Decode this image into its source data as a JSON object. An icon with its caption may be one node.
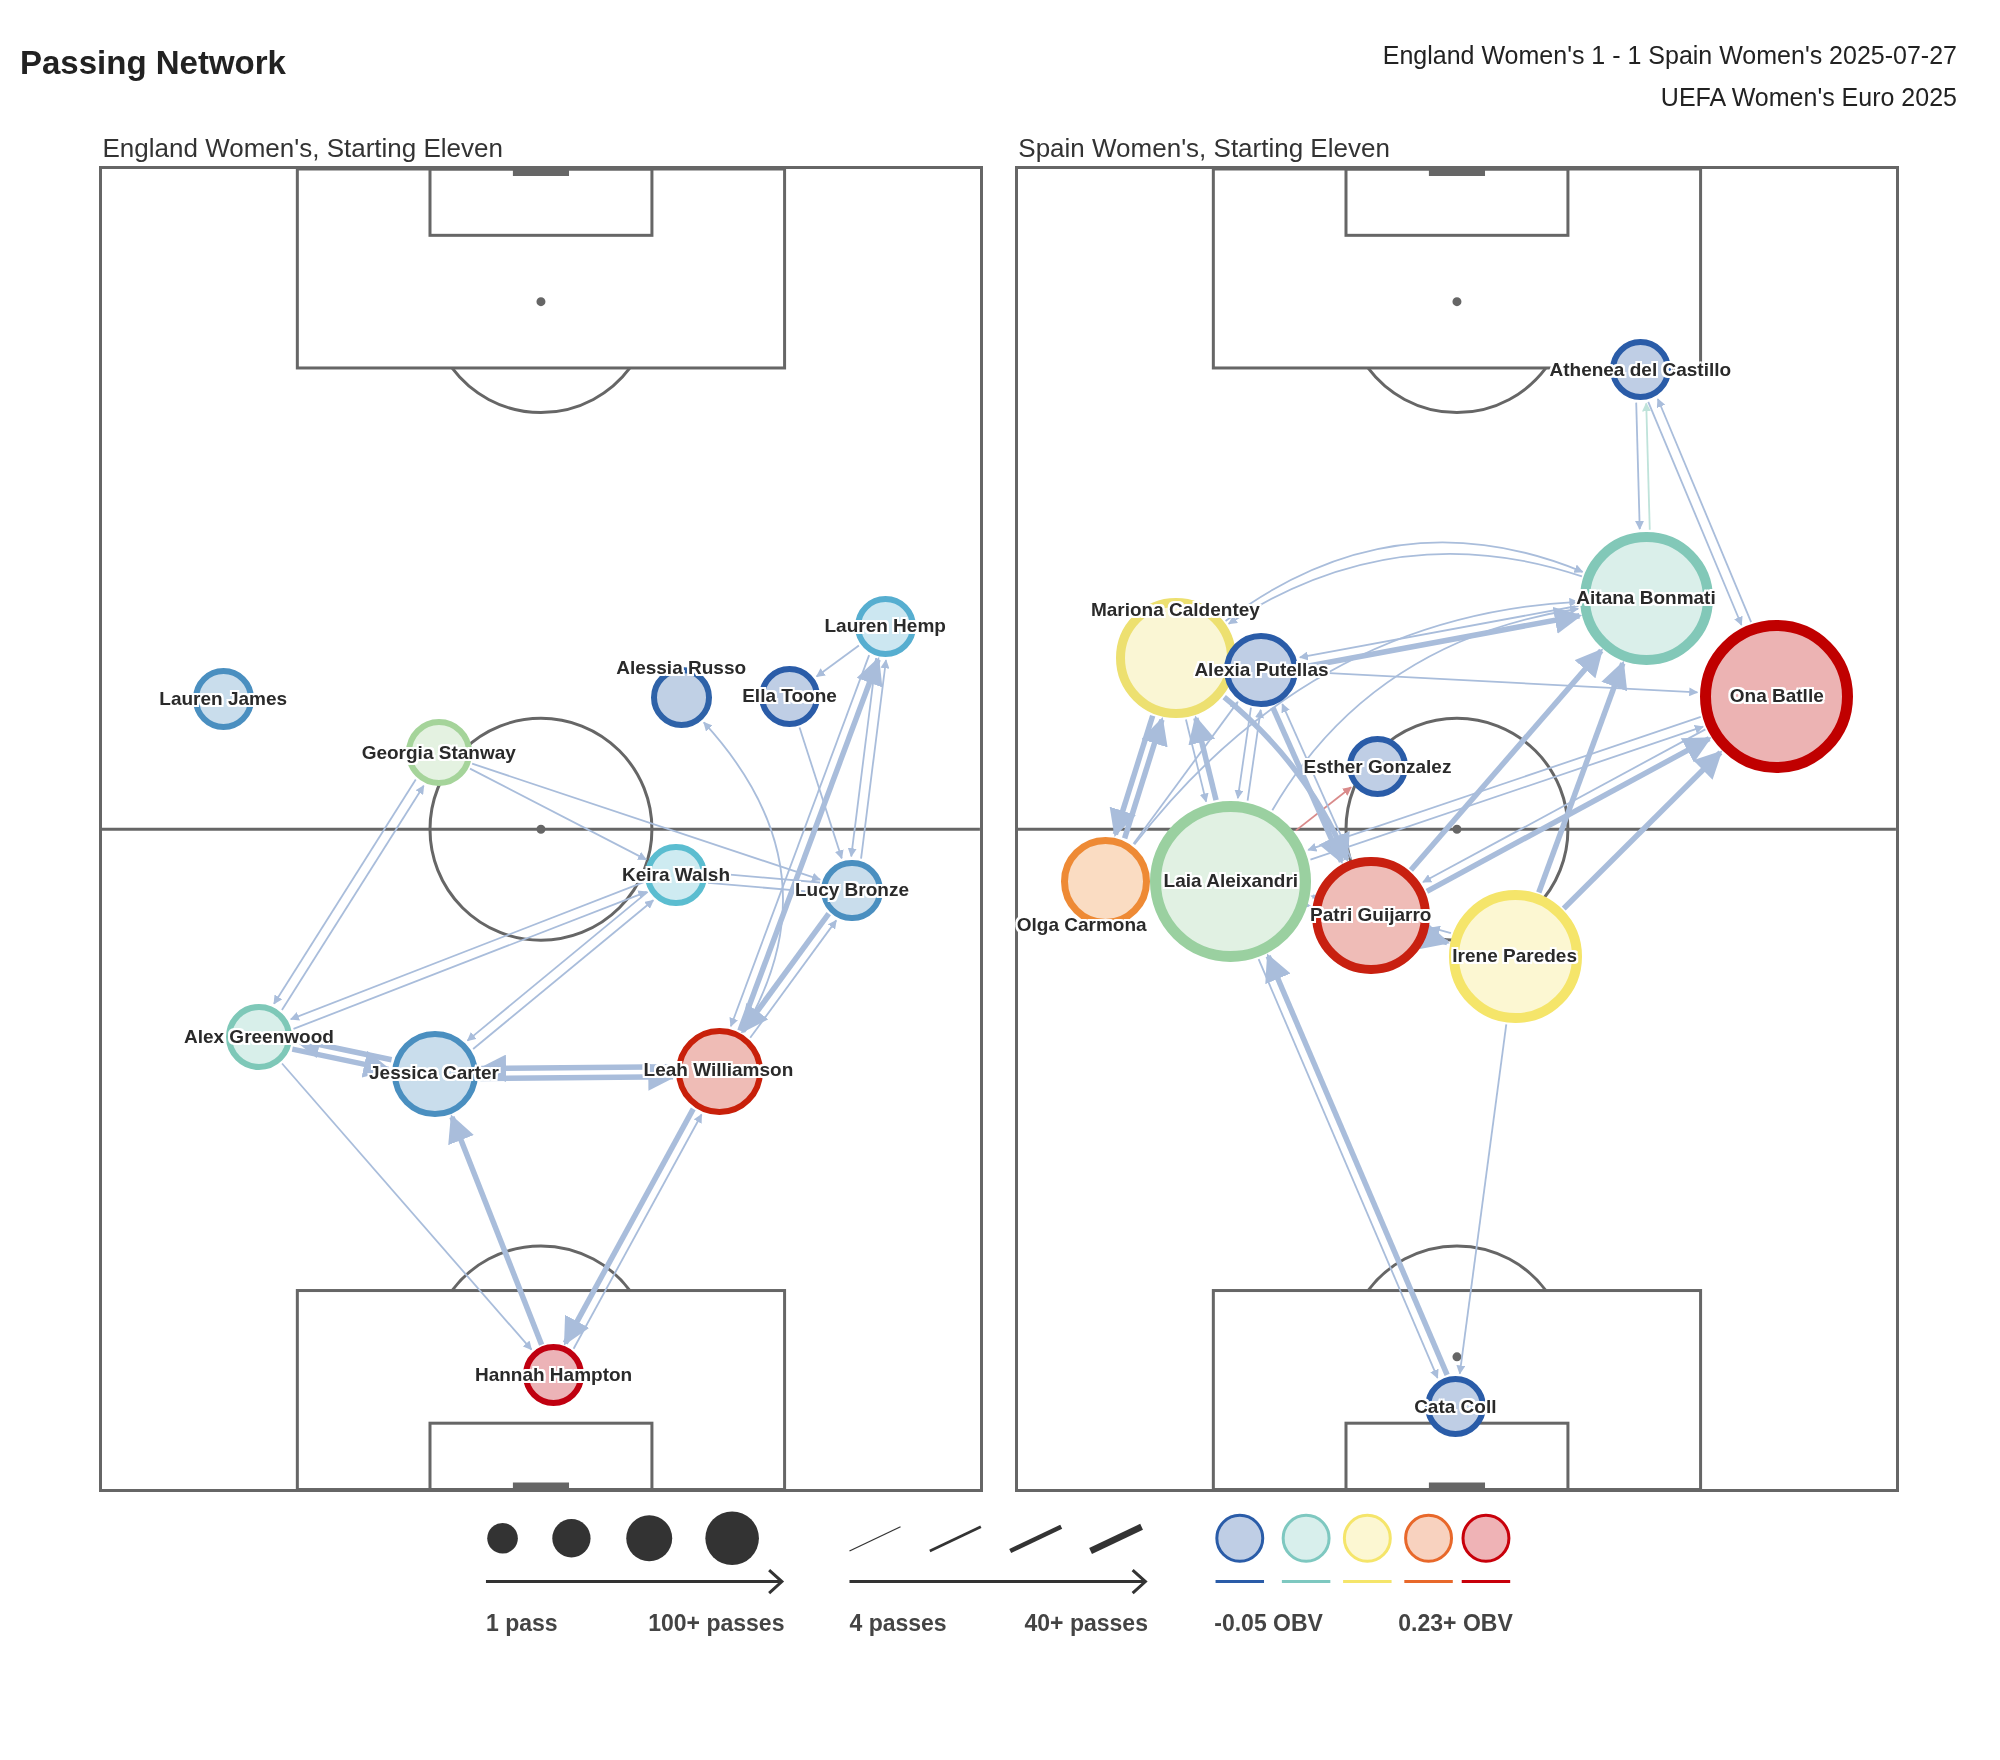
{
  "diagram": {
    "title": "Passing Network",
    "nodes": [
      {
        "text": [
          "England Women's, Starting Eleven"
        ]
      },
      {
        "text": [
          "Lauren Hemp"
        ],
        "in": 0
      },
      {
        "text": [
          "Lauren James"
        ],
        "in": 0
      },
      {
        "text": [
          "Alessia Russo"
        ],
        "in": 0
      },
      {
        "text": [
          "Ella Toone"
        ],
        "in": 0
      },
      {
        "text": [
          "Georgia Stanway"
        ],
        "in": 0
      },
      {
        "text": [
          "Keira Walsh"
        ],
        "in": 0
      },
      {
        "text": [
          "Lucy Bronze"
        ],
        "in": 0
      },
      {
        "text": [
          "Alex Greenwood"
        ],
        "in": 0
      },
      {
        "text": [
          "Jessica Carter"
        ],
        "in": 0
      },
      {
        "text": [
          "Leah Williamson"
        ],
        "in": 0
      },
      {
        "text": [
          "Hannah Hampton"
        ],
        "in": 0
      },
      {
        "text": [
          "Spain Women's, Starting Eleven"
        ]
      },
      {
        "text": [
          "Athenea del Castillo"
        ],
        "in": 12
      },
      {
        "text": [
          "Aitana Bonmati"
        ],
        "in": 12
      },
      {
        "text": [
          "Mariona Caldentey"
        ],
        "in": 12
      },
      {
        "text": [
          "Alexia Putellas"
        ],
        "in": 12
      },
      {
        "text": [
          "Ona Batlle"
        ],
        "in": 12
      },
      {
        "text": [
          "Esther Gonzalez"
        ],
        "in": 12
      },
      {
        "text": [
          "Olga Carmona"
        ],
        "in": 12
      },
      {
        "text": [
          "Laia Aleixandri"
        ],
        "in": 12
      },
      {
        "text": [
          "Patri Guijarro"
        ],
        "in": 12
      },
      {
        "text": [
          "Irene Paredes"
        ],
        "in": 12
      },
      {
        "text": [
          "Cata Coll"
        ],
        "in": 12
      }
    ],
    "edges": [
      {
        "from": 1,
        "to": 4,
        "arrow": "to"
      },
      {
        "from": 4,
        "to": 7,
        "arrow": "to"
      },
      {
        "from": 1,
        "to": 7,
        "arrow": "to"
      },
      {
        "from": 7,
        "to": 1,
        "arrow": "to"
      },
      {
        "from": 1,
        "to": 10,
        "arrow": "to"
      },
      {
        "from": 10,
        "to": 1,
        "arrow": "to",
        "style": "thick"
      },
      {
        "from": 10,
        "to": 3,
        "arrow": "to"
      },
      {
        "from": 5,
        "to": 8,
        "arrow": "to"
      },
      {
        "from": 8,
        "to": 5,
        "arrow": "to"
      },
      {
        "from": 5,
        "to": 6,
        "arrow": "to"
      },
      {
        "from": 5,
        "to": 7,
        "arrow": "to"
      },
      {
        "from": 7,
        "to": 6,
        "arrow": "to"
      },
      {
        "from": 6,
        "to": 7,
        "arrow": "to"
      },
      {
        "from": 6,
        "to": 8,
        "arrow": "to"
      },
      {
        "from": 8,
        "to": 6,
        "arrow": "to"
      },
      {
        "from": 6,
        "to": 9,
        "arrow": "to"
      },
      {
        "from": 9,
        "to": 6,
        "arrow": "to"
      },
      {
        "from": 7,
        "to": 10,
        "arrow": "to",
        "style": "thick"
      },
      {
        "from": 10,
        "to": 7,
        "arrow": "to"
      },
      {
        "from": 10,
        "to": 9,
        "arrow": "to",
        "style": "thick"
      },
      {
        "from": 9,
        "to": 10,
        "arrow": "to",
        "style": "thick"
      },
      {
        "from": 9,
        "to": 8,
        "arrow": "to",
        "style": "thick"
      },
      {
        "from": 8,
        "to": 9,
        "arrow": "to",
        "style": "thick"
      },
      {
        "from": 8,
        "to": 11,
        "arrow": "to"
      },
      {
        "from": 11,
        "to": 9,
        "arrow": "to",
        "style": "thick"
      },
      {
        "from": 10,
        "to": 11,
        "arrow": "to",
        "style": "thick"
      },
      {
        "from": 11,
        "to": 10,
        "arrow": "to"
      },
      {
        "from": 13,
        "to": 14,
        "arrow": "to"
      },
      {
        "from": 14,
        "to": 13,
        "arrow": "to",
        "color": "#bfe3da"
      },
      {
        "from": 13,
        "to": 17,
        "arrow": "to"
      },
      {
        "from": 17,
        "to": 13,
        "arrow": "to"
      },
      {
        "from": 14,
        "to": 15,
        "arrow": "to"
      },
      {
        "from": 14,
        "to": 16,
        "arrow": "to"
      },
      {
        "from": 16,
        "to": 14,
        "arrow": "to",
        "style": "thick"
      },
      {
        "from": 15,
        "to": 14,
        "arrow": "to"
      },
      {
        "from": 16,
        "to": 17,
        "arrow": "to"
      },
      {
        "from": 20,
        "to": 14,
        "arrow": "to"
      },
      {
        "from": 21,
        "to": 14,
        "arrow": "to",
        "style": "thick"
      },
      {
        "from": 22,
        "to": 14,
        "arrow": "to",
        "style": "thick"
      },
      {
        "from": 20,
        "to": 17,
        "arrow": "to"
      },
      {
        "from": 21,
        "to": 17,
        "arrow": "to",
        "style": "thick"
      },
      {
        "from": 22,
        "to": 17,
        "arrow": "to",
        "style": "thick"
      },
      {
        "from": 17,
        "to": 21,
        "arrow": "to"
      },
      {
        "from": 17,
        "to": 20,
        "arrow": "to"
      },
      {
        "from": 20,
        "to": 18,
        "arrow": "to",
        "color": "#d98a8a"
      },
      {
        "from": 15,
        "to": 19,
        "arrow": "to",
        "style": "thick"
      },
      {
        "from": 19,
        "to": 15,
        "arrow": "to",
        "style": "thick"
      },
      {
        "from": 19,
        "to": 16,
        "arrow": "to"
      },
      {
        "from": 15,
        "to": 20,
        "arrow": "to"
      },
      {
        "from": 20,
        "to": 15,
        "arrow": "to",
        "style": "thick"
      },
      {
        "from": 16,
        "to": 20,
        "arrow": "to"
      },
      {
        "from": 20,
        "to": 16,
        "arrow": "to"
      },
      {
        "from": 16,
        "to": 21,
        "arrow": "to",
        "style": "thick"
      },
      {
        "from": 15,
        "to": 21,
        "arrow": "to",
        "style": "thick"
      },
      {
        "from": 21,
        "to": 16,
        "arrow": "to"
      },
      {
        "from": 21,
        "to": 20,
        "arrow": "to",
        "style": "thick"
      },
      {
        "from": 20,
        "to": 21,
        "arrow": "to"
      },
      {
        "from": 21,
        "to": 22,
        "arrow": "to",
        "style": "thick"
      },
      {
        "from": 22,
        "to": 21,
        "arrow": "to"
      },
      {
        "from": 20,
        "to": 23,
        "arrow": "to"
      },
      {
        "from": 23,
        "to": 20,
        "arrow": "to",
        "style": "thick"
      },
      {
        "from": 22,
        "to": 23,
        "arrow": "to"
      },
      {
        "from": 19,
        "to": 14,
        "arrow": "to"
      }
    ],
    "labels": [
      "England Women's 1 - 1 Spain Women's 2025-07-27",
      "UEFA Women's Euro 2025"
    ],
    "legend": [
      {
        "text": "1 pass"
      },
      {
        "text": "100+ passes"
      },
      {
        "text": "4 passes"
      },
      {
        "text": "40+ passes"
      },
      {
        "text": "-0.05 OBV",
        "color": "#2a5ca8"
      },
      {
        "text": "0.23+ OBV",
        "color": "#c8000a"
      }
    ]
  }
}
